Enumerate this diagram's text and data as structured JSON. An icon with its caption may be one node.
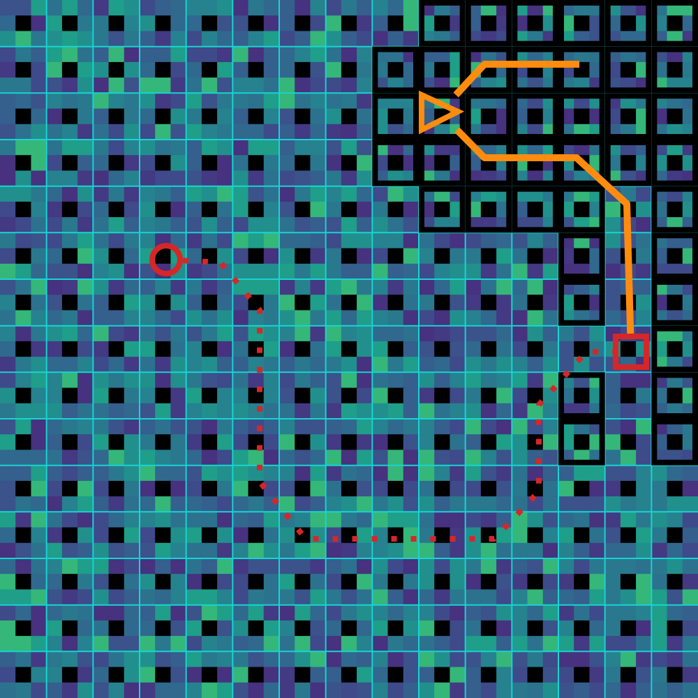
{
  "diagram": {
    "nodes": [
      {
        "text": [],
        "shape": "circle"
      },
      {
        "text": [],
        "shape": "box"
      },
      {
        "text": [],
        "shape": "triangle"
      }
    ],
    "edges": [
      {
        "from": 0,
        "to": 1,
        "arrow": "none",
        "style": "dashed",
        "color": "#d62728"
      },
      {
        "from": 1,
        "to": 2,
        "arrow": "none"
      },
      {
        "from": 2,
        "to": null,
        "arrow": "none"
      }
    ]
  }
}
